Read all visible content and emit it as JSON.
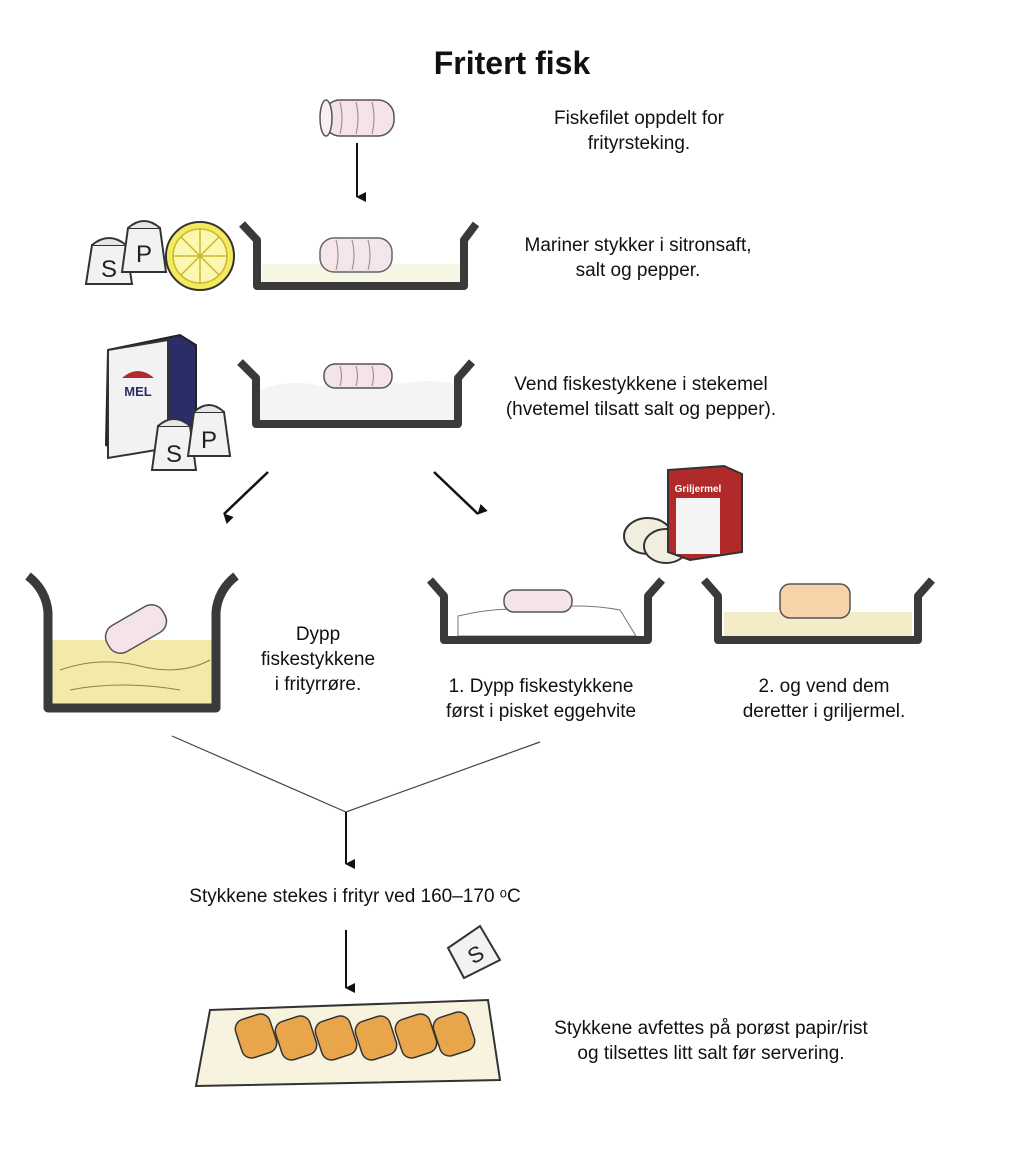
{
  "title": "Fritert fisk",
  "steps": {
    "fillet": "Fiskefilet oppdelt for\nfrityrsteking.",
    "marinate": "Mariner stykker i sitronsaft,\nsalt og pepper.",
    "flour": "Vend fiskestykkene i stekemel\n(hvetemel tilsatt salt og pepper).",
    "batter": "Dypp\nfiskestykkene\ni frityrrøre.",
    "egg": "1. Dypp fiskestykkene\nførst i pisket eggehvite",
    "breadcrumbs": "2. og vend dem\nderetter i griljermel.",
    "fry": "Stykkene stekes i frityr ved 160–170 ᵒC",
    "drain": "Stykkene avfettes på porøst papir/rist\nog tilsettes litt salt før servering."
  },
  "labels": {
    "salt": "S",
    "pepper": "P",
    "flour_bag": "MEL",
    "breadcrumb_box": "Griljermel"
  },
  "colors": {
    "pan": "#3a3a3a",
    "fish": "#f4e4ea",
    "lemon": "#f3ea60",
    "batter": "#f3e9a8",
    "flour_bag": "#2a2d66",
    "breadcrumb_box": "#b02a2a",
    "fried_fish": "#e8a54a"
  }
}
